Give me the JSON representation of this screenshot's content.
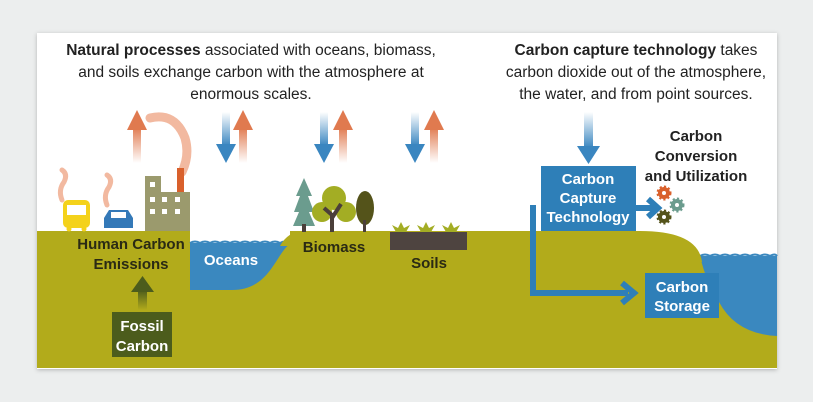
{
  "left_caption": {
    "line1_bold": "Natural processes",
    "line1_rest": " associated with oceans, biomass,",
    "line2": "and soils exchange carbon with the atmosphere at",
    "line3": "enormous scales."
  },
  "right_caption": {
    "line1_bold": "Carbon capture technology",
    "line1_rest": " takes",
    "line2": "carbon dioxide out of the atmosphere,",
    "line3": "the water, and from point sources."
  },
  "labels": {
    "human_emissions": [
      "Human Carbon",
      "Emissions"
    ],
    "oceans": "Oceans",
    "biomass": "Biomass",
    "soils": "Soils",
    "fossil_carbon": [
      "Fossil",
      "Carbon"
    ],
    "capture_tech": [
      "Carbon",
      "Capture",
      "Technology"
    ],
    "conversion": [
      "Carbon",
      "Conversion",
      "and Utilization"
    ],
    "storage": [
      "Carbon",
      "Storage"
    ]
  },
  "colors": {
    "ground": "#b2ab1b",
    "ocean": "#3a88bf",
    "box_blue": "#2e7fb8",
    "fossil_box": "#4c5c1c",
    "emission_orange": "#e07a4f",
    "absorb_blue": "#3a86c0"
  }
}
